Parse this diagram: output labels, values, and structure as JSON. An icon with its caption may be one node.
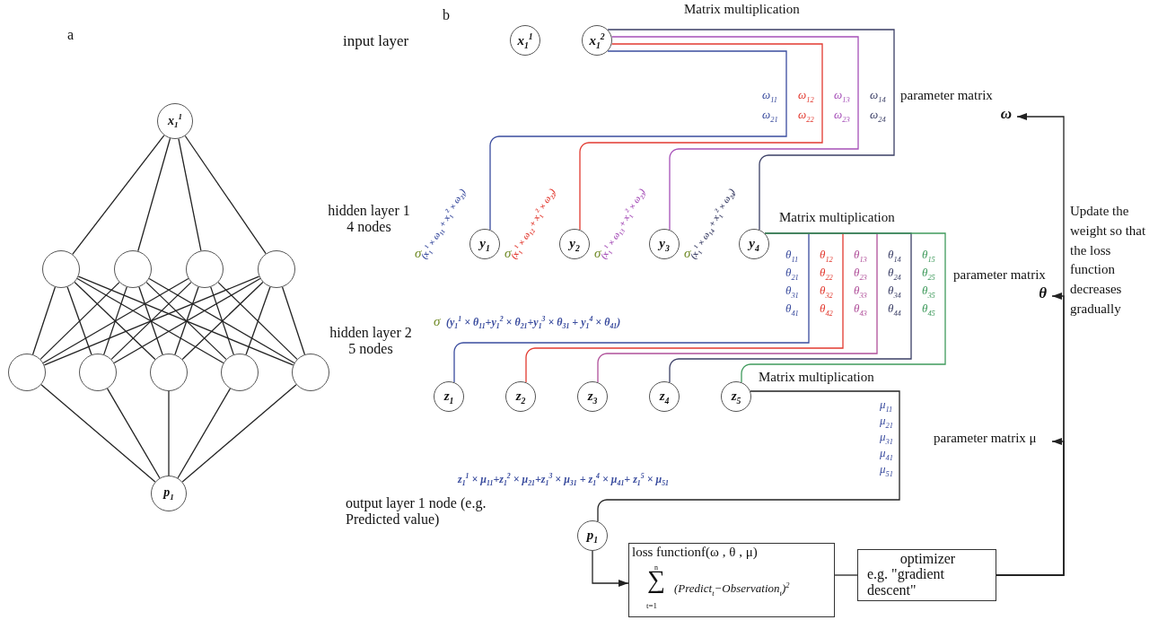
{
  "diagram": {
    "nodes": [
      {
        "text": [
          "x$_{1}$$^{1}$"
        ]
      },
      {
        "text": [],
        "shape": "circle"
      },
      {
        "text": [],
        "shape": "circle"
      },
      {
        "text": [],
        "shape": "circle"
      },
      {
        "text": [],
        "shape": "circle"
      },
      {
        "text": [],
        "shape": "circle"
      },
      {
        "text": [],
        "shape": "circle"
      },
      {
        "text": [],
        "shape": "circle"
      },
      {
        "text": [],
        "shape": "circle"
      },
      {
        "text": [],
        "shape": "circle"
      },
      {
        "text": [
          "p$_{1}$"
        ]
      },
      {
        "text": [
          "x$_{1}$$^{1}$"
        ]
      },
      {
        "text": [
          "x$_{1}$$^{2}$"
        ]
      },
      {
        "text": [
          "parameter matrix",
          "ω"
        ]
      },
      {
        "text": [
          "y$_{1}$"
        ]
      },
      {
        "text": [
          "y$_{2}$"
        ]
      },
      {
        "text": [
          "y$_{3}$"
        ]
      },
      {
        "text": [
          "y$_{4}$"
        ]
      },
      {
        "text": [
          "parameter matrix",
          "θ"
        ]
      },
      {
        "text": [
          "z$_{1}$"
        ]
      },
      {
        "text": [
          "z$_{2}$"
        ]
      },
      {
        "text": [
          "z$_{3}$"
        ]
      },
      {
        "text": [
          "z$_{4}$"
        ]
      },
      {
        "text": [
          "z$_{5}$"
        ]
      },
      {
        "text": [
          "parameter matrix μ"
        ]
      },
      {
        "text": [
          "p$_{1}$"
        ]
      },
      {
        "text": [
          "loss functionf(ω , θ , μ)",
          "n",
          "∑",
          "t=1",
          "(Predict$_{t}$−Observation$_{t}$)$^{2}$"
        ]
      },
      {
        "text": [
          "optimizer",
          "e.g. \"gradient descent\""
        ]
      }
    ],
    "edges": [
      {
        "from": 0,
        "to": 1,
        "arrow": "none"
      },
      {
        "from": 0,
        "to": 2,
        "arrow": "none"
      },
      {
        "from": 0,
        "to": 3,
        "arrow": "none"
      },
      {
        "from": 0,
        "to": 4,
        "arrow": "none"
      },
      {
        "from": 1,
        "to": 5,
        "arrow": "none"
      },
      {
        "from": 1,
        "to": 6,
        "arrow": "none"
      },
      {
        "from": 1,
        "to": 7,
        "arrow": "none"
      },
      {
        "from": 1,
        "to": 8,
        "arrow": "none"
      },
      {
        "from": 1,
        "to": 9,
        "arrow": "none"
      },
      {
        "from": 2,
        "to": 5,
        "arrow": "none"
      },
      {
        "from": 2,
        "to": 6,
        "arrow": "none"
      },
      {
        "from": 2,
        "to": 7,
        "arrow": "none"
      },
      {
        "from": 2,
        "to": 8,
        "arrow": "none"
      },
      {
        "from": 2,
        "to": 9,
        "arrow": "none"
      },
      {
        "from": 3,
        "to": 5,
        "arrow": "none"
      },
      {
        "from": 3,
        "to": 6,
        "arrow": "none"
      },
      {
        "from": 3,
        "to": 7,
        "arrow": "none"
      },
      {
        "from": 3,
        "to": 8,
        "arrow": "none"
      },
      {
        "from": 3,
        "to": 9,
        "arrow": "none"
      },
      {
        "from": 4,
        "to": 5,
        "arrow": "none"
      },
      {
        "from": 4,
        "to": 6,
        "arrow": "none"
      },
      {
        "from": 4,
        "to": 7,
        "arrow": "none"
      },
      {
        "from": 4,
        "to": 8,
        "arrow": "none"
      },
      {
        "from": 4,
        "to": 9,
        "arrow": "none"
      },
      {
        "from": 5,
        "to": 10,
        "arrow": "none"
      },
      {
        "from": 6,
        "to": 10,
        "arrow": "none"
      },
      {
        "from": 7,
        "to": 10,
        "arrow": "none"
      },
      {
        "from": 8,
        "to": 10,
        "arrow": "none"
      },
      {
        "from": 9,
        "to": 10,
        "arrow": "none"
      },
      {
        "from": 12,
        "to": 14,
        "arrow": "none",
        "color": "#3a4c9e"
      },
      {
        "from": 12,
        "to": 15,
        "arrow": "none",
        "color": "#e23a30"
      },
      {
        "from": 12,
        "to": 16,
        "arrow": "none",
        "color": "#a650b8"
      },
      {
        "from": 12,
        "to": 17,
        "arrow": "none",
        "color": "#3b3f66"
      },
      {
        "from": 17,
        "to": 19,
        "arrow": "none",
        "color": "#3a4c9e"
      },
      {
        "from": 17,
        "to": 20,
        "arrow": "none",
        "color": "#e23a30"
      },
      {
        "from": 17,
        "to": 21,
        "arrow": "none",
        "color": "#b0509a"
      },
      {
        "from": 17,
        "to": 22,
        "arrow": "none",
        "color": "#3b3f66"
      },
      {
        "from": 17,
        "to": 23,
        "arrow": "none",
        "color": "#3f9a5c"
      },
      {
        "from": 23,
        "to": 25,
        "arrow": "none"
      },
      {
        "from": 25,
        "to": 26,
        "arrow": "to"
      },
      {
        "from": 26,
        "to": 27,
        "arrow": "none"
      },
      {
        "from": 27,
        "to": 13,
        "arrow": "to"
      },
      {
        "from": 27,
        "to": 18,
        "arrow": "to"
      },
      {
        "from": 27,
        "to": 24,
        "arrow": "to"
      }
    ],
    "labels": [
      "a",
      "b",
      "input layer",
      "Matrix multiplication",
      "ω$_{11}$",
      "ω$_{12}$",
      "ω$_{13}$",
      "ω$_{14}$",
      "ω$_{21}$",
      "ω$_{22}$",
      "ω$_{23}$",
      "ω$_{24}$",
      "hidden layer 1 4 nodes",
      "σ",
      "(x$_{1}$$^{1}$ × ω$_{11}$ + x$_{1}$$^{2}$ × ω$_{21}$)",
      "σ",
      "(x$_{1}$$^{1}$ × ω$_{12}$ + x$_{1}$$^{2}$ × ω$_{22}$)",
      "σ",
      "(x$_{1}$$^{1}$ × ω$_{13}$ + x$_{1}$$^{2}$ × ω$_{23}$)",
      "σ",
      "(x$_{1}$$^{1}$ × ω$_{14}$ + x$_{1}$$^{2}$ × ω$_{24}$)",
      "Matrix multiplication",
      "θ$_{11}$",
      "θ$_{12}$",
      "θ$_{13}$",
      "θ$_{14}$",
      "θ$_{15}$",
      "θ$_{21}$",
      "θ$_{22}$",
      "θ$_{23}$",
      "θ$_{24}$",
      "θ$_{25}$",
      "θ$_{31}$",
      "θ$_{32}$",
      "θ$_{33}$",
      "θ$_{34}$",
      "θ$_{35}$",
      "θ$_{41}$",
      "θ$_{42}$",
      "θ$_{43}$",
      "θ$_{44}$",
      "θ$_{45}$",
      "σ",
      "(y$_{1}$$^{1}$ × θ$_{11}$+y$_{1}$$^{2}$ × θ$_{21}$+y$_{1}$$^{3}$ × θ$_{31}$ + y$_{1}$$^{4}$ × θ$_{41}$)",
      "hidden layer 2 5 nodes",
      "Matrix multiplication",
      "μ$_{11}$",
      "μ$_{21}$",
      "μ$_{31}$",
      "μ$_{41}$",
      "μ$_{51}$",
      "z$_{1}$$^{1}$ × μ$_{11}$+z$_{1}$$^{2}$ × μ$_{21}$+z$_{1}$$^{3}$ × μ$_{31}$ + z$_{1}$$^{4}$ × μ$_{41}$+ z$_{1}$$^{5}$ × μ$_{51}$",
      "output layer 1 node (e.g. Predicted value)",
      "Update the weight so that the loss function decreases gradually"
    ]
  }
}
